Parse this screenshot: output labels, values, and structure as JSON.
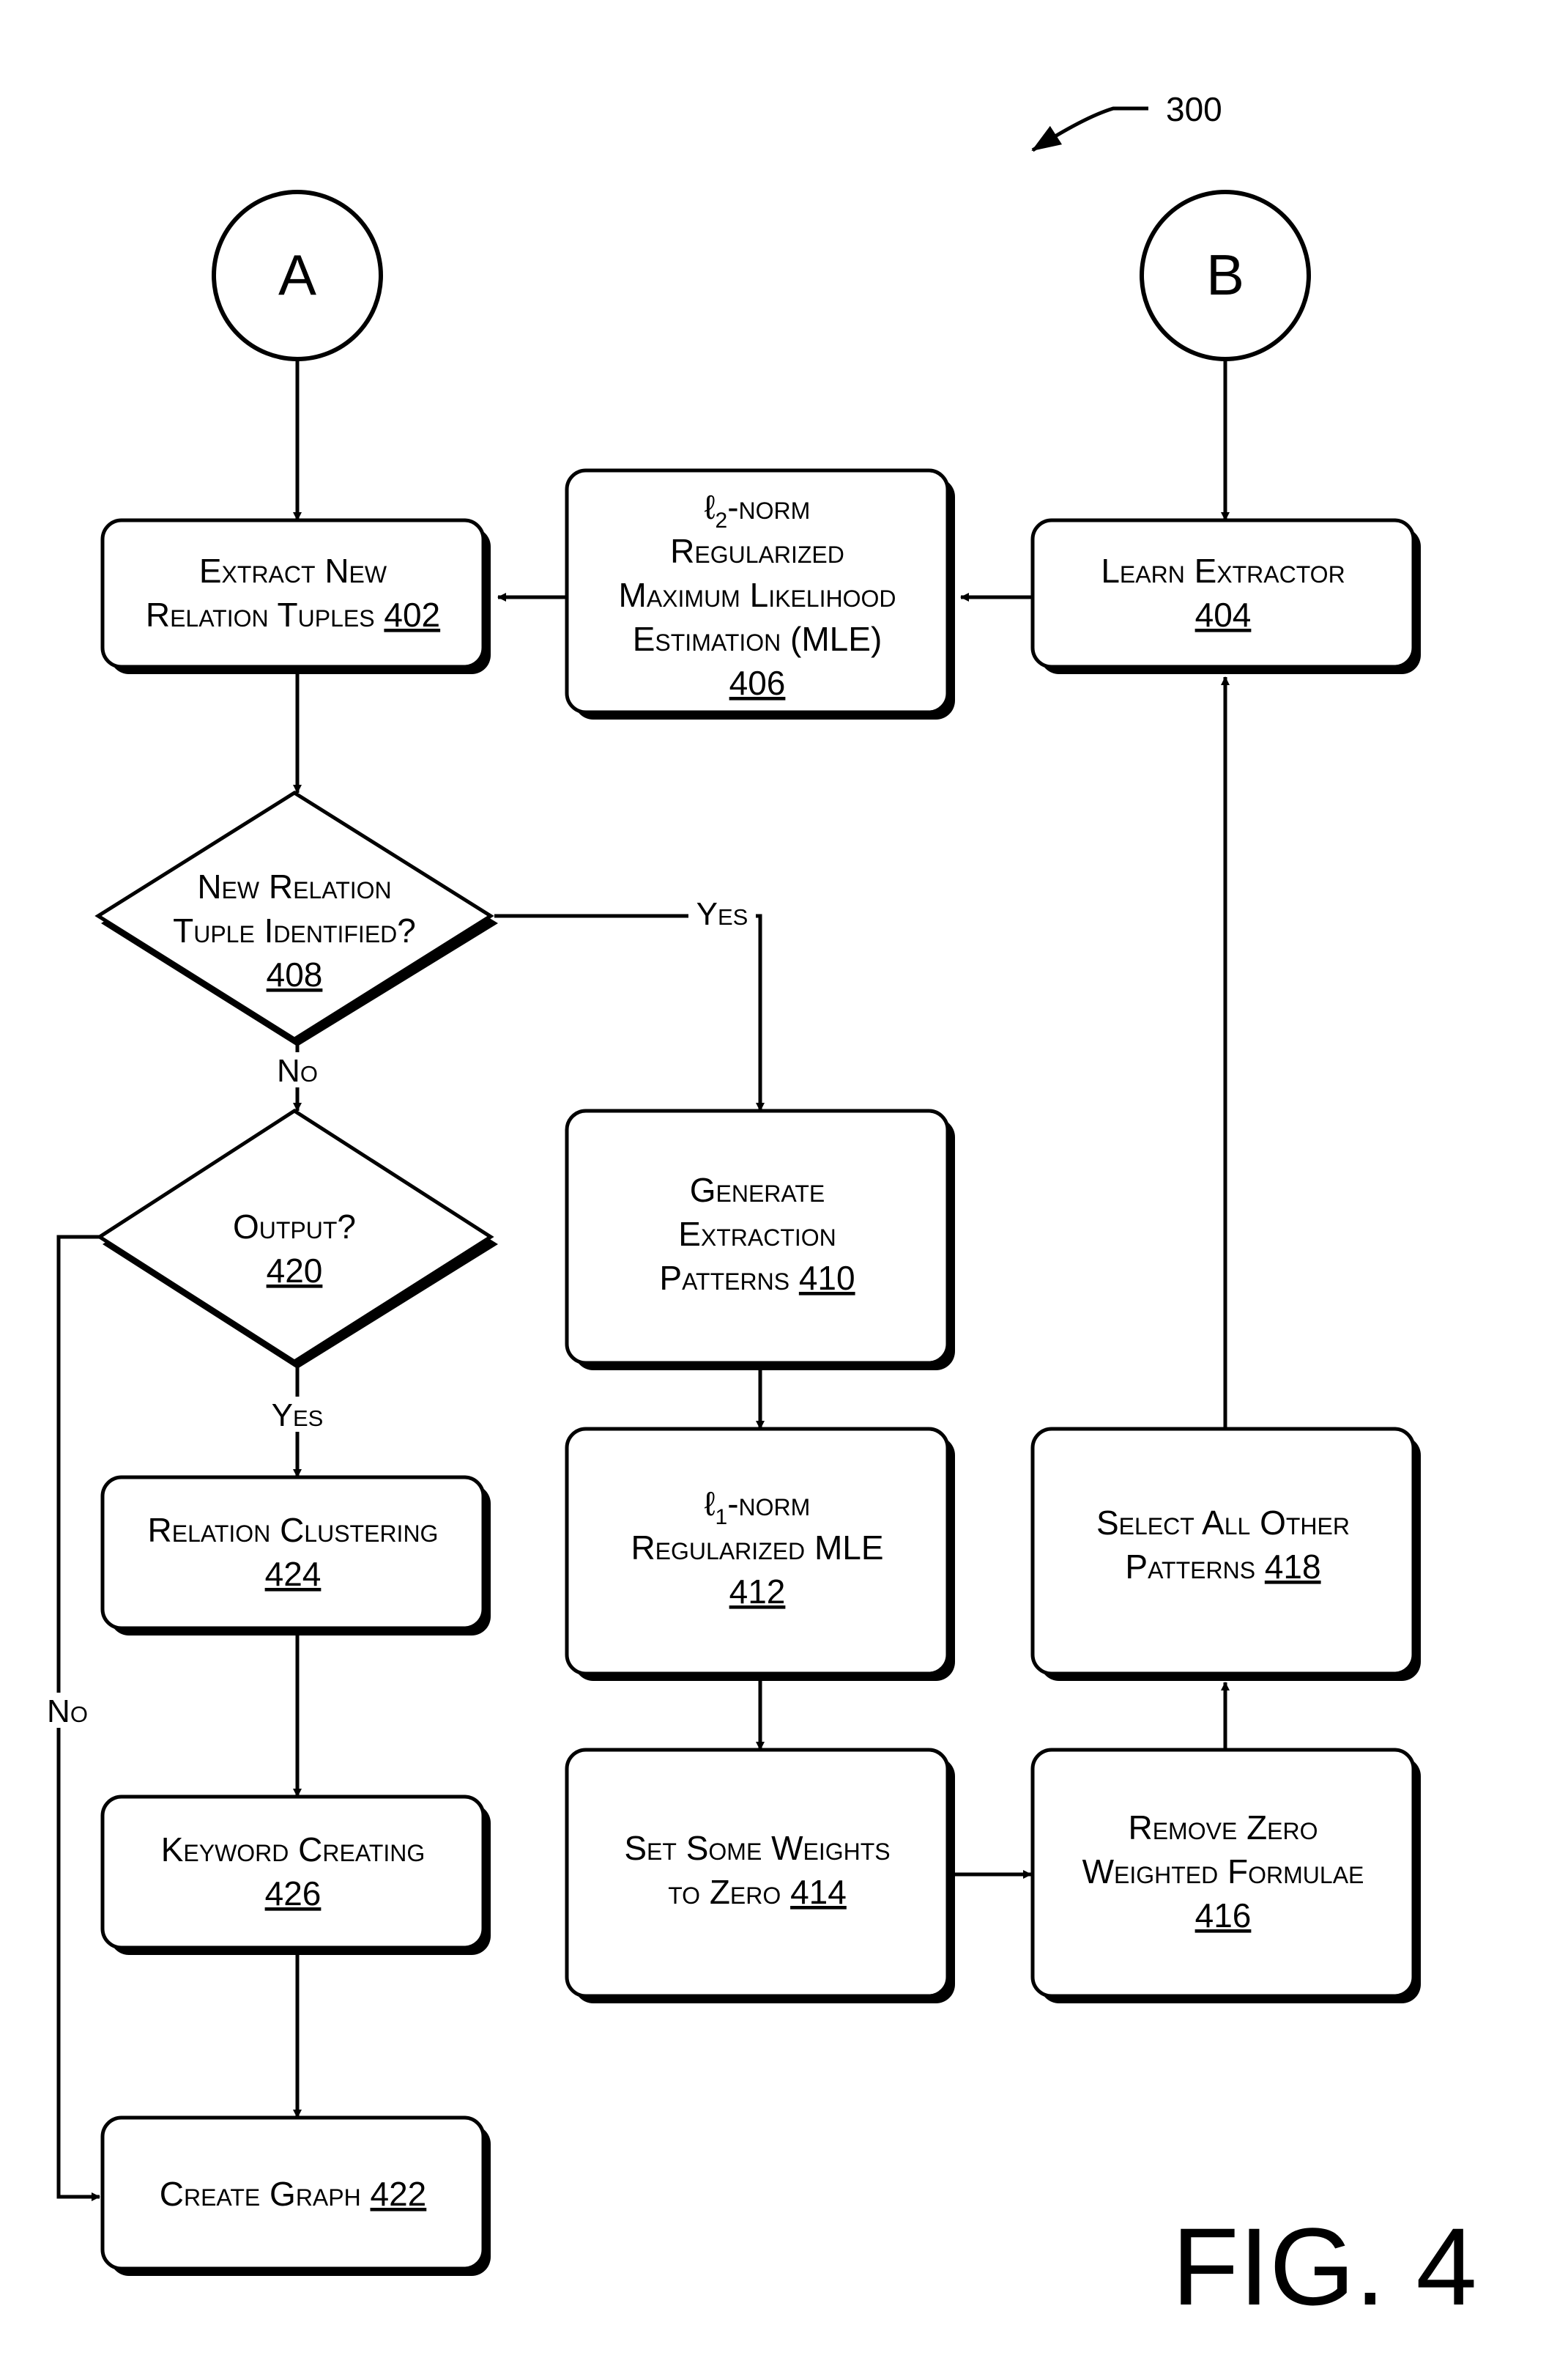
{
  "figure": {
    "number_label": "300",
    "caption": "FIG. 4"
  },
  "connectors": {
    "a": "A",
    "b": "B"
  },
  "nodes": {
    "n402": {
      "line1": "Extract New",
      "line2": "Relation Tuples",
      "ref": "402"
    },
    "n406": {
      "line1a": "ℓ",
      "line1sub": "2",
      "line1b": "-norm",
      "line2": "Regularized",
      "line3": "Maximum Likelihood",
      "line4": "Estimation (MLE)",
      "ref": "406"
    },
    "n404": {
      "line1": "Learn Extractor",
      "ref": "404"
    },
    "n408": {
      "line1": "New Relation",
      "line2": "Tuple Identified?",
      "ref": "408"
    },
    "n420": {
      "line1": "Output?",
      "ref": "420"
    },
    "n410": {
      "line1": "Generate",
      "line2": "Extraction",
      "line3": "Patterns",
      "ref": "410"
    },
    "n412": {
      "line1a": "ℓ",
      "line1sub": "1",
      "line1b": "-norm",
      "line2": "Regularized MLE",
      "ref": "412"
    },
    "n418": {
      "line1": "Select All Other",
      "line2": "Patterns",
      "ref": "418"
    },
    "n424": {
      "line1": "Relation Clustering",
      "ref": "424"
    },
    "n426": {
      "line1": "Keyword Creating",
      "ref": "426"
    },
    "n414": {
      "line1": "Set Some Weights",
      "line2": "to Zero",
      "ref": "414"
    },
    "n416": {
      "line1": "Remove Zero",
      "line2": "Weighted Formulae",
      "ref": "416"
    },
    "n422": {
      "line1": "Create Graph",
      "ref": "422"
    }
  },
  "edges": {
    "yes_408": "Yes",
    "no_408": "No",
    "yes_420": "Yes",
    "no_420": "No"
  }
}
